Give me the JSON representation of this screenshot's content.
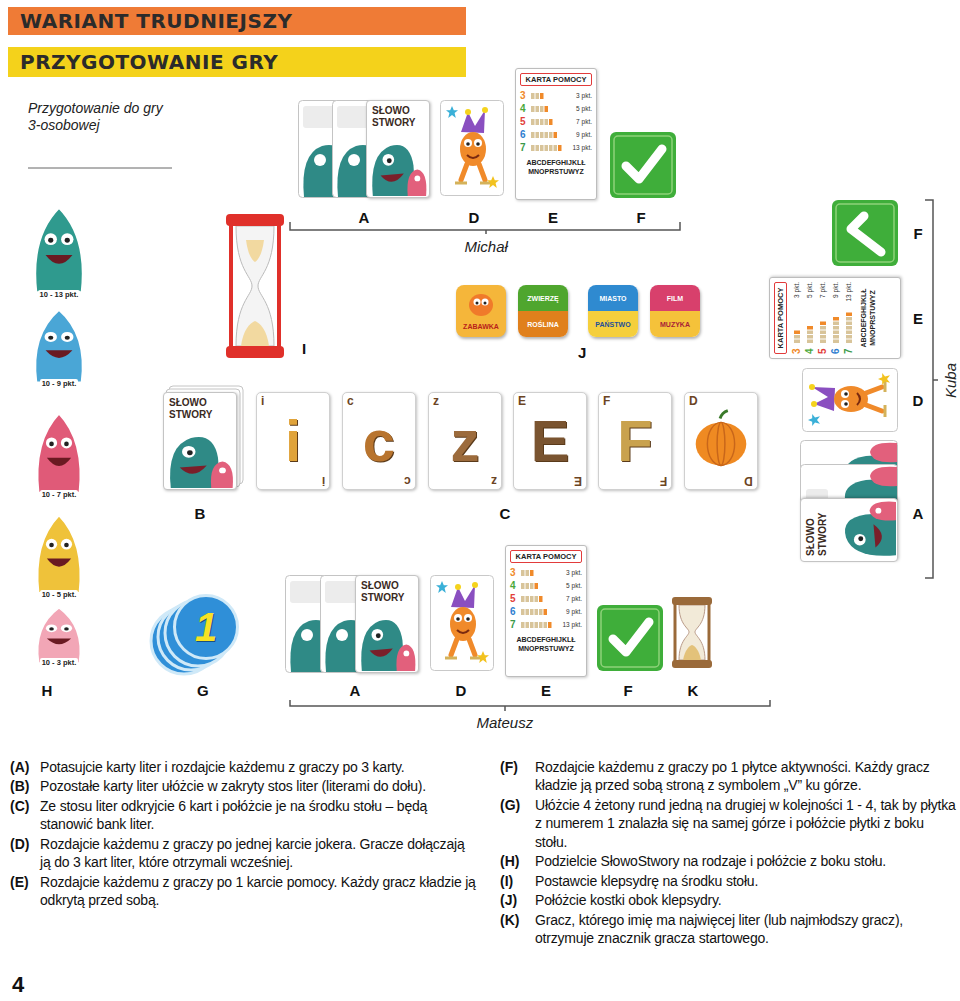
{
  "diagram": {
    "nodes": [
      {
        "text": [
          "WARIANT TRUDNIEJSZY"
        ]
      },
      {
        "text": [
          "PRZYGOTOWANIE GRY"
        ]
      },
      {
        "text": [
          "SŁOWO STWORY"
        ]
      },
      {
        "text": [
          "KARTA POMOCY",
          "3",
          "3 pkt.",
          "4",
          "5 pkt.",
          "5",
          "7 pkt.",
          "6",
          "9 pkt.",
          "7",
          "13 pkt.",
          "ABCDEFGHIJKLŁ",
          "MNOPRSTUWYZ"
        ]
      },
      {
        "text": [
          "KARTA POMOCY",
          "3",
          "3 pkt.",
          "4",
          "5 pkt.",
          "5",
          "7 pkt.",
          "6",
          "9 pkt.",
          "7",
          "13 pkt.",
          "ABCDEFGHIJKLŁ",
          "MNOPRSTUWYZ"
        ]
      },
      {
        "text": [
          "ZABAWKA"
        ]
      },
      {
        "text": [
          "ZWIERZĘ",
          "ROŚLINA"
        ]
      },
      {
        "text": [
          "MIASTO",
          "PAŃSTWO"
        ]
      },
      {
        "text": [
          "FILM",
          "MUZYKA"
        ]
      },
      {
        "text": [
          "10 - 13 pkt."
        ]
      },
      {
        "text": [
          "10 - 9 pkt."
        ]
      },
      {
        "text": [
          "10 - 7 pkt."
        ]
      },
      {
        "text": [
          "10 - 5 pkt."
        ]
      },
      {
        "text": [
          "10 - 3 pkt."
        ]
      },
      {
        "text": [
          "SŁOWO STWORY"
        ]
      },
      {
        "text": [
          "i",
          "i",
          "i"
        ]
      },
      {
        "text": [
          "c",
          "c",
          "c"
        ]
      },
      {
        "text": [
          "z",
          "z",
          "z"
        ]
      },
      {
        "text": [
          "E",
          "E",
          "E"
        ]
      },
      {
        "text": [
          "F",
          "F",
          "F"
        ]
      },
      {
        "text": [
          "D",
          "D"
        ]
      },
      {
        "text": [
          "SŁOWO STWORY"
        ]
      },
      {
        "text": [
          "1"
        ]
      },
      {
        "text": [
          "SŁOWO STWORY"
        ]
      },
      {
        "text": [
          "KARTA POMOCY",
          "3",
          "3 pkt.",
          "4",
          "5 pkt.",
          "5",
          "7 pkt.",
          "6",
          "9 pkt.",
          "7",
          "13 pkt.",
          "ABCDEFGHIJKLŁ",
          "MNOPRSTUWYZ"
        ]
      }
    ],
    "labels": [
      "Przygotowanie do gry 3-osobowej",
      "A",
      "D",
      "E",
      "F",
      "Michał",
      "F",
      "E",
      "I",
      "J",
      "D",
      "Kuba",
      "B",
      "C",
      "A",
      "H",
      "G",
      "A",
      "D",
      "E",
      "F",
      "K",
      "Mateusz",
      "(A)",
      "Potasujcie karty liter i rozdajcie każdemu z graczy po 3 karty.",
      "(B)",
      "Pozostałe karty liter ułóżcie w zakryty stos liter (literami do dołu).",
      "(C)",
      "Ze stosu liter odkryjcie 6 kart i połóżcie je na środku stołu – będą stanowić bank liter.",
      "(D)",
      "Rozdajcie każdemu z graczy po jednej karcie jokera. Gracze dołączają ją do 3 kart liter, które otrzymali wcześniej.",
      "(E)",
      "Rozdajcie każdemu z graczy po 1 karcie pomocy. Każdy gracz kładzie ją odkrytą przed sobą.",
      "(F)",
      "Rozdajcie każdemu z graczy po 1 płytce aktywności. Każdy gracz kładzie ją przed sobą stroną z symbolem „V” ku górze.",
      "(G)",
      "Ułóżcie 4 żetony rund jedną na drugiej w kolejności 1 - 4, tak by płytka z numerem 1 znalazła się na samej górze i połóżcie płytki z boku stołu.",
      "(H)",
      "Podzielcie SłowoStwory na rodzaje i połóżcie z boku stołu.",
      "(I)",
      "Postawcie klepsydrę na środku stołu.",
      "(J)",
      "Połóżcie kostki obok klepsydry.",
      "(K)",
      "Gracz, którego imię ma najwięcej liter (lub najmłodszy gracz), otrzymuje znacznik gracza startowego.",
      "4"
    ]
  }
}
